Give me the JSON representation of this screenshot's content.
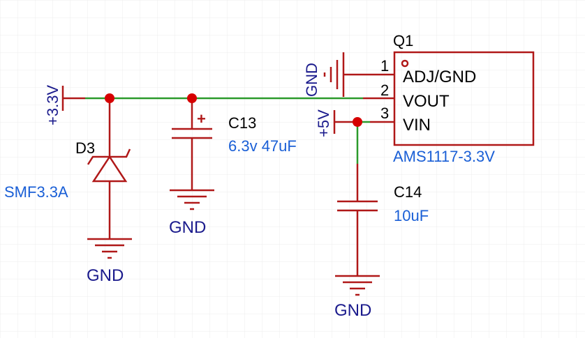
{
  "colors": {
    "wire": "#2b9a2b",
    "pin": "#b01818",
    "label": "#1a1a8c",
    "ref": "#1a5fd6",
    "junction": "#d60000",
    "grid": "#ececec"
  },
  "ic": {
    "designator": "Q1",
    "part": "AMS1117-3.3V",
    "pins": [
      {
        "number": "1",
        "name": "ADJ/GND"
      },
      {
        "number": "2",
        "name": "VOUT"
      },
      {
        "number": "3",
        "name": "VIN"
      }
    ]
  },
  "power_labels": {
    "v33": "+3.3V",
    "v5": "+5V",
    "gnd_ic": "GND",
    "gnd_d3": "GND",
    "gnd_c13": "GND",
    "gnd_c14": "GND"
  },
  "d3": {
    "designator": "D3",
    "part": "SMF3.3A"
  },
  "c13": {
    "designator": "C13",
    "value": "6.3v 47uF",
    "polarity": "+"
  },
  "c14": {
    "designator": "C14",
    "value": "10uF"
  }
}
